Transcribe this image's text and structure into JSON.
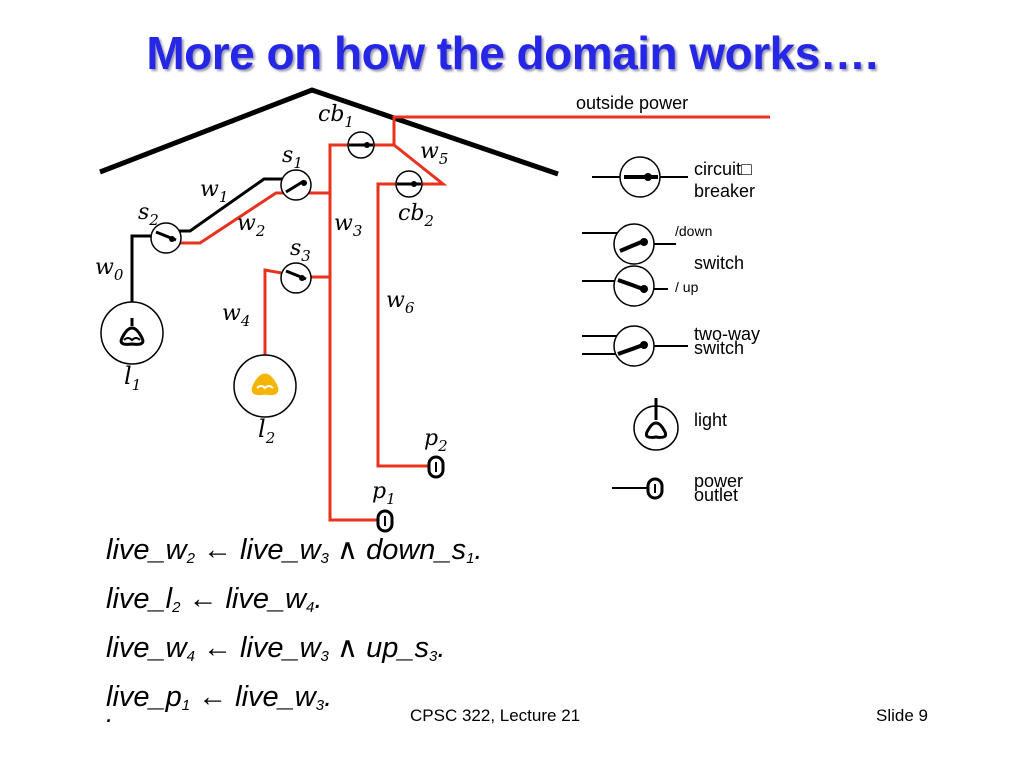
{
  "slide": {
    "title": "More on how the domain works….",
    "footer_center": "CPSC 322, Lecture 21",
    "footer_right": "Slide 9",
    "footer_left": "."
  },
  "diagram": {
    "labels": {
      "outside_power": "outside power",
      "cb1": "cb",
      "cb1_sub": "1",
      "cb2": "cb",
      "cb2_sub": "2",
      "s1": "s",
      "s1_sub": "1",
      "s2": "s",
      "s2_sub": "2",
      "s3": "s",
      "s3_sub": "3",
      "w0": "w",
      "w0_sub": "0",
      "w1": "w",
      "w1_sub": "1",
      "w2": "w",
      "w2_sub": "2",
      "w3": "w",
      "w3_sub": "3",
      "w4": "w",
      "w4_sub": "4",
      "w5": "w",
      "w5_sub": "5",
      "w6": "w",
      "w6_sub": "6",
      "l1": "l",
      "l1_sub": "1",
      "l2": "l",
      "l2_sub": "2",
      "p1": "p",
      "p1_sub": "1",
      "p2": "p",
      "p2_sub": "2"
    },
    "legend": {
      "circuit_breaker_1": "circuit□",
      "circuit_breaker_2": "breaker",
      "down": "/down",
      "switch": "switch",
      "up": "/ up",
      "two_way_1": "two-way",
      "two_way_2": "switch",
      "light": "light",
      "outlet_1": "power",
      "outlet_2": "outlet"
    },
    "colors": {
      "wire_live": "#e8321e",
      "wire_dead": "#000000",
      "light_on": "#f5b400",
      "title": "#2626e6"
    }
  },
  "rules": [
    {
      "head": "live_w",
      "head_sub": "2",
      "arrow": "←",
      "body1": "live_w",
      "body1_sub": "3",
      "and": "∧",
      "body2": "down_s",
      "body2_sub": "1",
      "end": "."
    },
    {
      "head": "live_l",
      "head_sub": "2",
      "arrow": "←",
      "body1": "live_w",
      "body1_sub": "4",
      "and": "",
      "body2": "",
      "body2_sub": "",
      "end": "."
    },
    {
      "head": "live_w",
      "head_sub": "4",
      "arrow": "←",
      "body1": "live_w",
      "body1_sub": "3",
      "and": "∧",
      "body2": "up_s",
      "body2_sub": "3",
      "end": "."
    },
    {
      "head": "live_p",
      "head_sub": "1",
      "arrow": "←",
      "body1": "live_w",
      "body1_sub": "3",
      "and": "",
      "body2": "",
      "body2_sub": "",
      "end": "."
    }
  ]
}
